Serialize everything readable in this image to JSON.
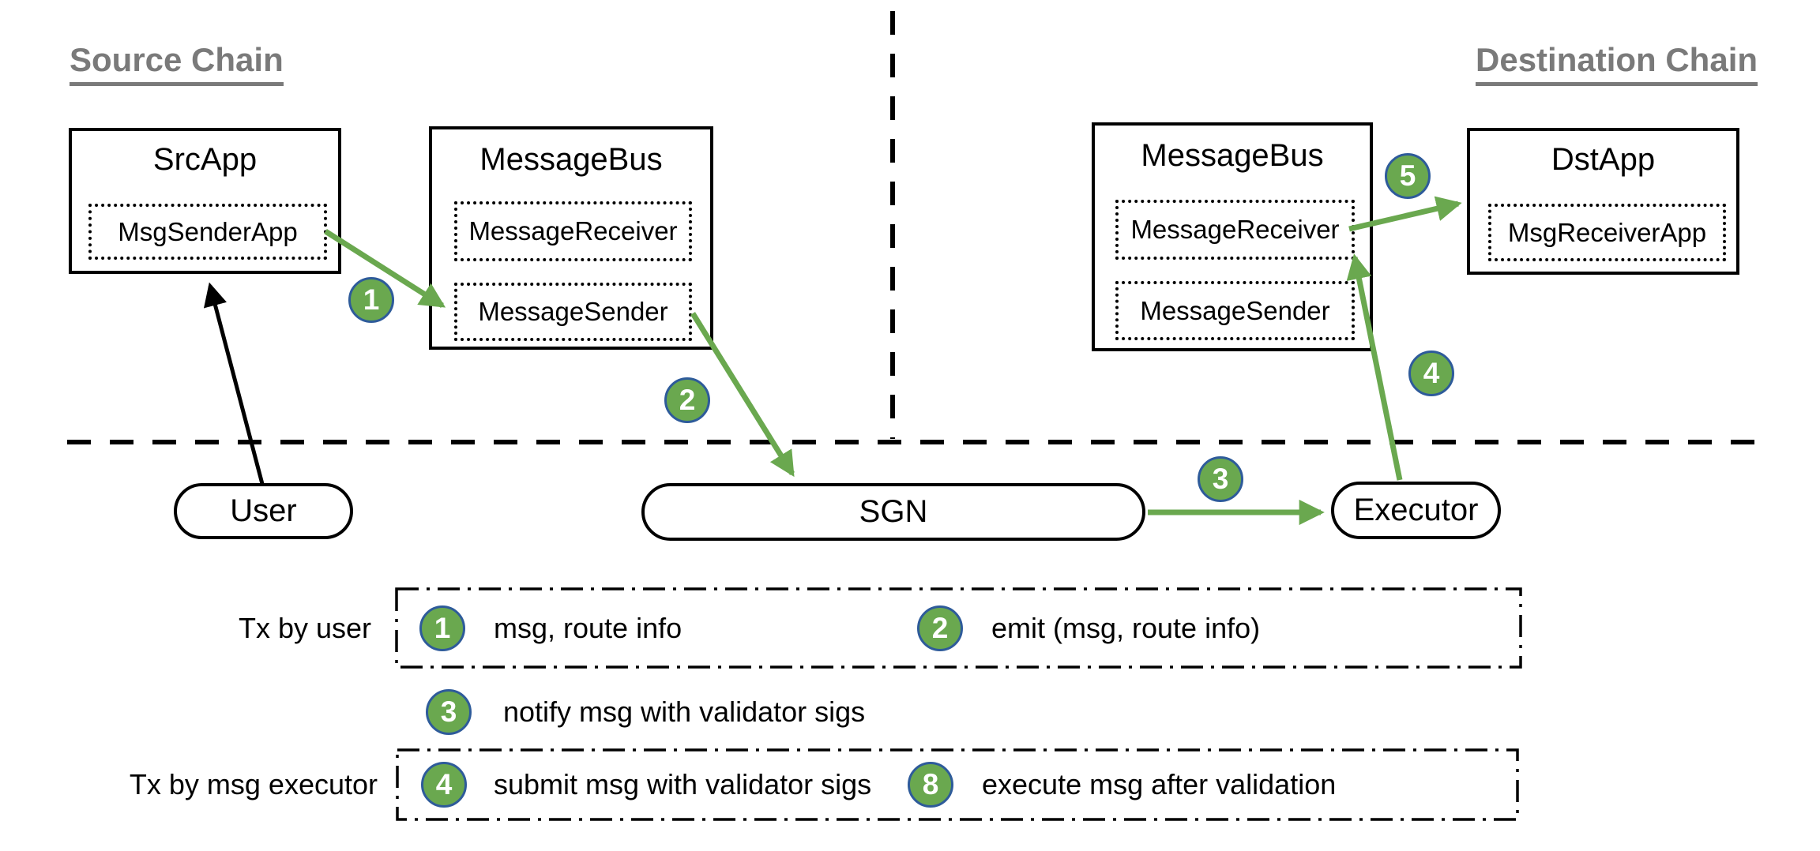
{
  "headers": {
    "source_chain": "Source Chain",
    "destination_chain": "Destination Chain"
  },
  "source_chain": {
    "src_app": {
      "title": "SrcApp",
      "modules": [
        "MsgSenderApp"
      ]
    },
    "message_bus": {
      "title": "MessageBus",
      "modules": [
        "MessageReceiver",
        "MessageSender"
      ]
    }
  },
  "destination_chain": {
    "message_bus": {
      "title": "MessageBus",
      "modules": [
        "MessageReceiver",
        "MessageSender"
      ]
    },
    "dst_app": {
      "title": "DstApp",
      "modules": [
        "MsgReceiverApp"
      ]
    }
  },
  "offchain_nodes": {
    "user": "User",
    "sgn": "SGN",
    "executor": "Executor"
  },
  "flow_badges": {
    "b1": "1",
    "b2": "2",
    "b3": "3",
    "b4": "4",
    "b5": "5"
  },
  "legend": {
    "row_user": {
      "label": "Tx by user",
      "items": [
        {
          "num": "1",
          "text": "msg, route info"
        },
        {
          "num": "2",
          "text": "emit (msg, route info)"
        }
      ]
    },
    "row_middle": {
      "items": [
        {
          "num": "3",
          "text": "notify msg with validator sigs"
        }
      ]
    },
    "row_executor": {
      "label": "Tx by msg executor",
      "items": [
        {
          "num": "4",
          "text": "submit msg with validator sigs"
        },
        {
          "num": "8",
          "text": "execute msg after validation"
        }
      ]
    }
  },
  "colors": {
    "arrow_green": "#6aa84f",
    "badge_fill": "#6aa84f",
    "badge_border": "#2e5b9a",
    "header_gray": "#7a7a7a",
    "line_black": "#000000"
  }
}
